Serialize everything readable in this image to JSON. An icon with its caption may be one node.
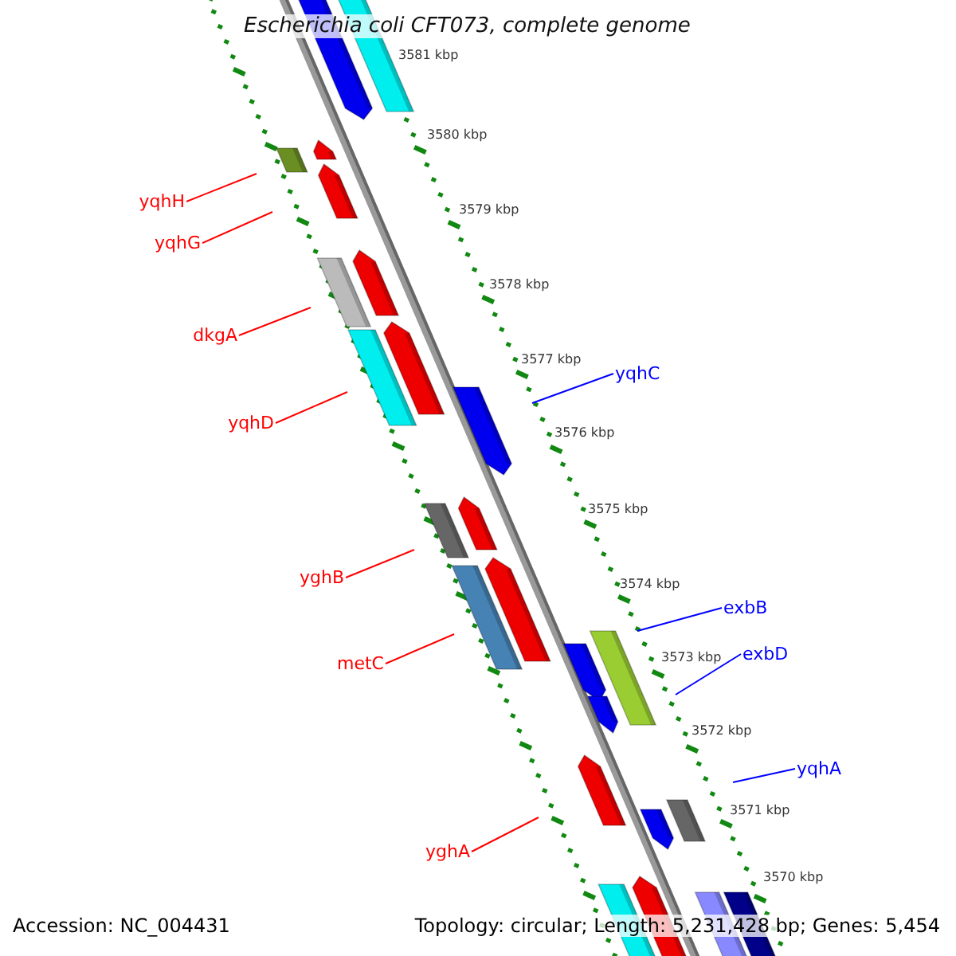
{
  "diagram": {
    "title": "Escherichia coli CFT073, complete genome",
    "nodes": [
      {
        "text": [
          "yqhH"
        ]
      },
      {
        "text": [
          "yqhG"
        ]
      },
      {
        "text": [
          "dkgA"
        ]
      },
      {
        "text": [
          "yqhC"
        ]
      },
      {
        "text": [
          "yqhD"
        ]
      },
      {
        "text": [
          "yghB"
        ]
      },
      {
        "text": [
          "exbB"
        ]
      },
      {
        "text": [
          "exbD"
        ]
      },
      {
        "text": [
          "metC"
        ]
      },
      {
        "text": [
          "yqhA"
        ]
      },
      {
        "text": [
          "yghA"
        ]
      }
    ],
    "edges": [
      {
        "from": 0,
        "to": null,
        "arrow": "none"
      },
      {
        "from": 1,
        "to": null,
        "arrow": "none"
      },
      {
        "from": 2,
        "to": null,
        "arrow": "none"
      },
      {
        "from": 3,
        "to": null,
        "arrow": "none",
        "color": "#0000ff"
      },
      {
        "from": 4,
        "to": null,
        "arrow": "none"
      },
      {
        "from": 5,
        "to": null,
        "arrow": "none"
      },
      {
        "from": 6,
        "to": null,
        "arrow": "none",
        "color": "#0000ff"
      },
      {
        "from": 7,
        "to": null,
        "arrow": "none",
        "color": "#0000ff"
      },
      {
        "from": 8,
        "to": null,
        "arrow": "none"
      },
      {
        "from": 9,
        "to": null,
        "arrow": "none",
        "color": "#0000ff"
      },
      {
        "from": 10,
        "to": null,
        "arrow": "none"
      }
    ],
    "labels": [
      "3581 kbp",
      "3580 kbp",
      "3579 kbp",
      "3578 kbp",
      "3577 kbp",
      "3576 kbp",
      "3575 kbp",
      "3574 kbp",
      "3573 kbp",
      "3572 kbp",
      "3571 kbp",
      "3570 kbp",
      "Accession: NC_004431",
      "Topology: circular; Length: 5,231,428 bp; Genes: 5,454"
    ]
  }
}
